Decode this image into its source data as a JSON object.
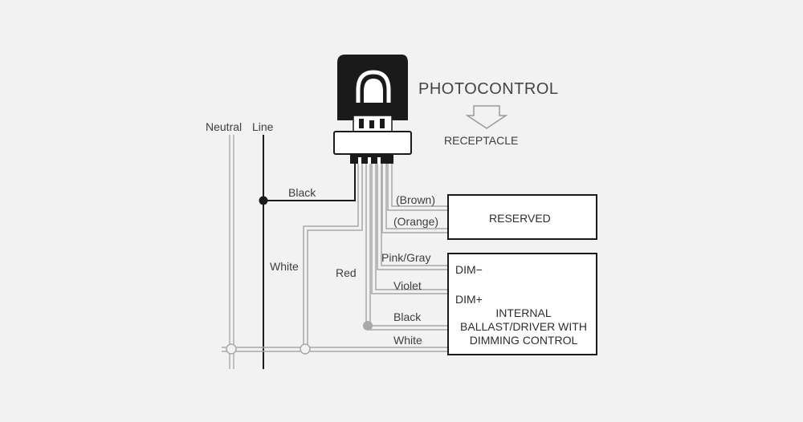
{
  "title": "PHOTOCONTROL",
  "subtitle": "RECEPTACLE",
  "rails": {
    "neutral": "Neutral",
    "line": "Line"
  },
  "wires": {
    "black_top": "Black",
    "white_left": "White",
    "red": "Red",
    "brown": "(Brown)",
    "orange": "(Orange)",
    "pink_gray": "Pink/Gray",
    "violet": "Violet",
    "black_bottom": "Black",
    "white_bottom": "White"
  },
  "reserved_box": {
    "label": "RESERVED"
  },
  "driver_box": {
    "dim_minus": "DIM−",
    "dim_plus": "DIM+",
    "line1": "INTERNAL",
    "line2": "BALLAST/DRIVER WITH",
    "line3": "DIMMING CONTROL"
  },
  "colors": {
    "background": "#f2f2f2",
    "wire_dark": "#1a1a1a",
    "wire_light": "#a8a8a8",
    "neutral_rail": "#b0b0b0"
  }
}
